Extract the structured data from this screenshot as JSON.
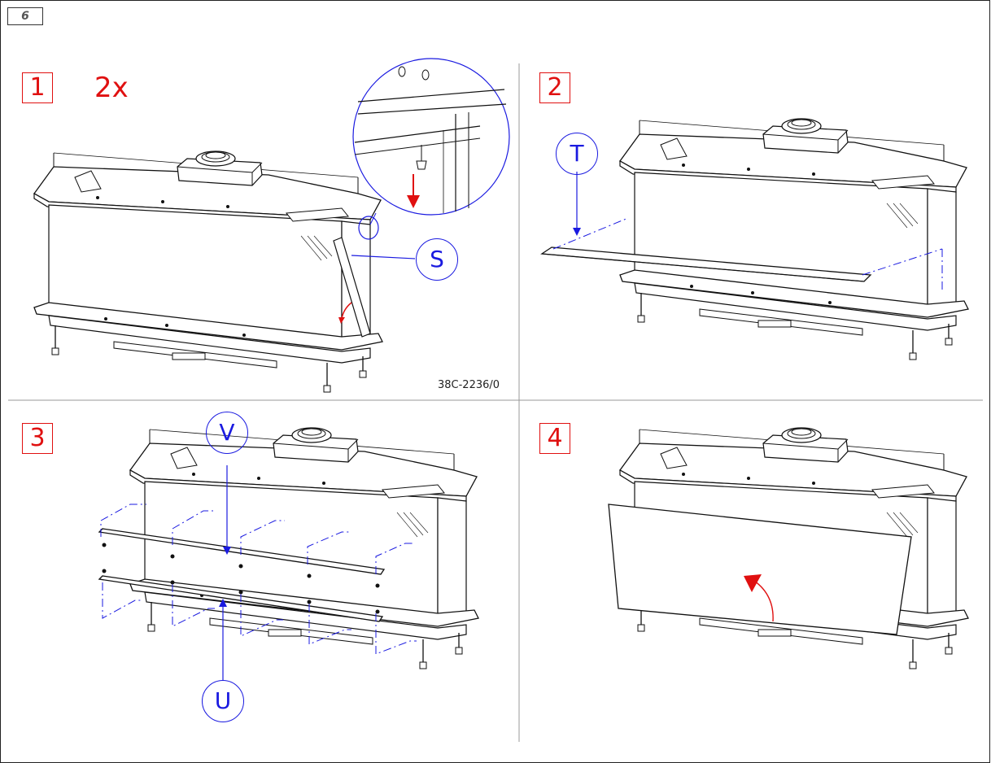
{
  "page_number": "6",
  "drawing_code": "38C-2236/0",
  "quantity_label": "2x",
  "steps": [
    {
      "number": "1"
    },
    {
      "number": "2"
    },
    {
      "number": "3"
    },
    {
      "number": "4"
    }
  ],
  "callouts": {
    "s": "S",
    "t": "T",
    "v": "V",
    "u": "U"
  },
  "colors": {
    "step": "#e01010",
    "callout": "#1a1ae0",
    "line": "#111111"
  }
}
